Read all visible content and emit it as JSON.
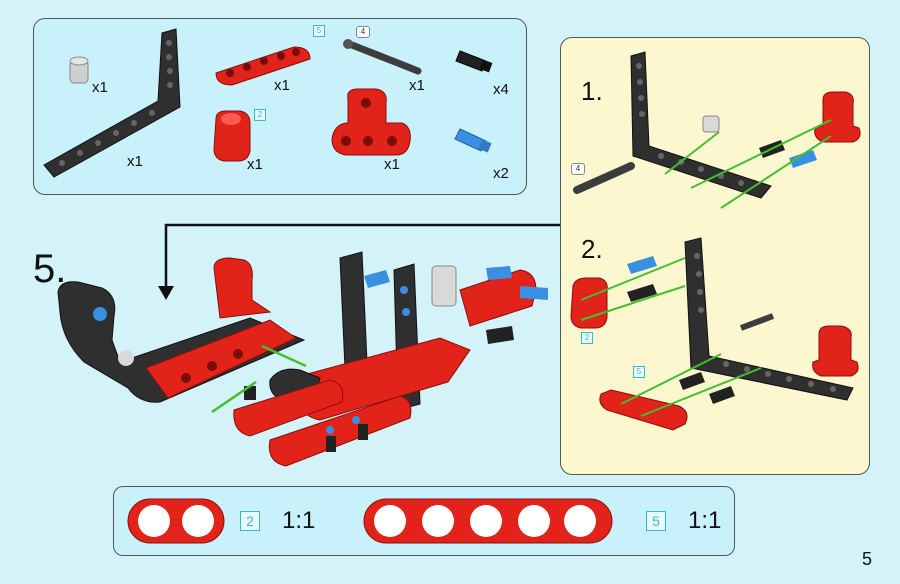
{
  "parts_list": {
    "items": [
      {
        "name": "bush",
        "qty": "x1"
      },
      {
        "name": "bent-beam",
        "qty": "x1"
      },
      {
        "name": "beam-5",
        "qty": "x1",
        "length": "5"
      },
      {
        "name": "beam-2",
        "qty": "x1",
        "length": "2"
      },
      {
        "name": "axle-4",
        "qty": "x1",
        "length": "4"
      },
      {
        "name": "t-beam",
        "qty": "x1"
      },
      {
        "name": "black-pin",
        "qty": "x4"
      },
      {
        "name": "blue-pin",
        "qty": "x2"
      }
    ]
  },
  "step": {
    "number": "5."
  },
  "substeps": [
    {
      "label": "1.",
      "axle_length": "4"
    },
    {
      "label": "2.",
      "beam_length": "2",
      "beam5_length": "5"
    }
  ],
  "scale_guide": [
    {
      "length": "2",
      "ratio": "1:1"
    },
    {
      "length": "5",
      "ratio": "1:1"
    }
  ],
  "page_number": "5",
  "colors": {
    "red": "#e2231a",
    "black": "#2b2b2b",
    "blue": "#3b8fe0",
    "grey": "#cfcfcf",
    "green": "#41c12e"
  }
}
